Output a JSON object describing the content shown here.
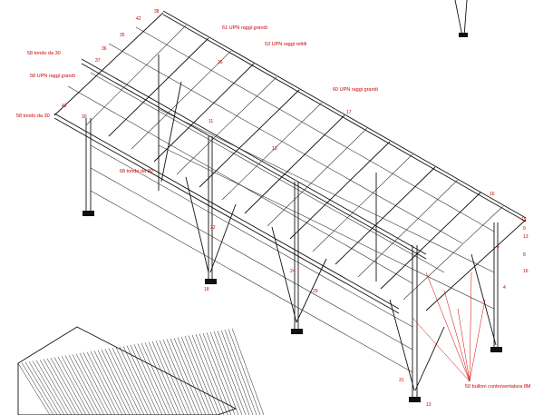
{
  "labels": {
    "upn_grandi_top": "61 UPN raggi grandi",
    "upn_rettili": "53 UPN raggi rettili",
    "tondo_left": "58 tondo da 30",
    "upn_grandi_left": "58 UPN raggi grandi",
    "tondo_far_left": "58 tondo da 30",
    "tondo_center": "68 tondo da 30",
    "upn_grandi_right": "60 UPN raggi grandi",
    "bulloni": "50 bulloni controventatura 8M"
  },
  "numbers": {
    "n1": "38",
    "n2": "42",
    "n3": "35",
    "n4": "36",
    "n5": "37",
    "n6": "43",
    "n7": "30",
    "n8": "26",
    "n9": "17",
    "n10": "22",
    "n11": "11",
    "n12": "13",
    "n13": "18",
    "n14": "24",
    "n15": "29",
    "n16": "16",
    "n17": "19",
    "n18": "9",
    "n19": "13",
    "n20": "8",
    "n21": "16",
    "n22": "7",
    "n23": "31",
    "n24": "13",
    "n25": "4"
  },
  "colors": {
    "structure": "#111111",
    "annotation": "#cc0000",
    "background": "#ffffff"
  }
}
